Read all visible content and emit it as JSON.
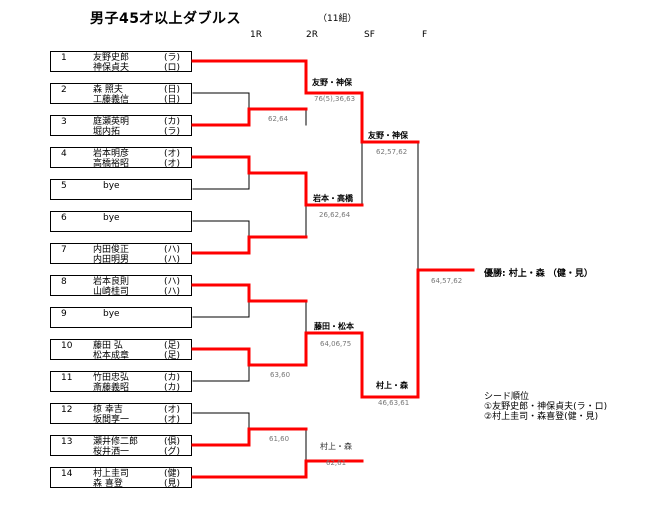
{
  "header": {
    "title": "男子45才以上ダブルス",
    "group_count": "（11組）",
    "rounds": [
      "1R",
      "2R",
      "SF",
      "F"
    ]
  },
  "entries": [
    {
      "seed": "1",
      "players": [
        "友野史郎",
        "神保貞夫"
      ],
      "clubs": [
        "(ラ)",
        "(ロ)"
      ]
    },
    {
      "seed": "2",
      "players": [
        "森 照夫",
        "工藤義信"
      ],
      "clubs": [
        "(日)",
        "(日)"
      ]
    },
    {
      "seed": "3",
      "players": [
        "庭瀬英明",
        "堀内拓"
      ],
      "clubs": [
        "(カ)",
        "(ラ)"
      ]
    },
    {
      "seed": "4",
      "players": [
        "岩本明彦",
        "高橋裕昭"
      ],
      "clubs": [
        "(オ)",
        "(オ)"
      ]
    },
    {
      "seed": "5",
      "bye": "bye"
    },
    {
      "seed": "6",
      "bye": "bye"
    },
    {
      "seed": "7",
      "players": [
        "内田俊正",
        "内田明男"
      ],
      "clubs": [
        "(ハ)",
        "(ハ)"
      ]
    },
    {
      "seed": "8",
      "players": [
        "岩本良則",
        "山崎桂司"
      ],
      "clubs": [
        "(ハ)",
        "(ハ)"
      ]
    },
    {
      "seed": "9",
      "bye": "bye"
    },
    {
      "seed": "10",
      "players": [
        "藤田 弘",
        "松本成章"
      ],
      "clubs": [
        "(足)",
        "(足)"
      ]
    },
    {
      "seed": "11",
      "players": [
        "竹田忠弘",
        "斎藤義昭"
      ],
      "clubs": [
        "(カ)",
        "(カ)"
      ]
    },
    {
      "seed": "12",
      "players": [
        "椋 幸吉",
        "坂間享一"
      ],
      "clubs": [
        "(オ)",
        "(オ)"
      ]
    },
    {
      "seed": "13",
      "players": [
        "瀬井修二郎",
        "桜井洒一"
      ],
      "clubs": [
        "(倶)",
        "(グ)"
      ]
    },
    {
      "seed": "14",
      "players": [
        "村上圭司",
        "森 喜登"
      ],
      "clubs": [
        "(健)",
        "(見)"
      ]
    }
  ],
  "results": {
    "r1": [
      {
        "match": "2 vs 3",
        "score": "62,64"
      },
      {
        "match": "10 vs 11",
        "score": "63,60"
      },
      {
        "match": "12 vs 13",
        "score": "61,60"
      }
    ],
    "r2": [
      {
        "winner": "友野・神保",
        "score": "76(5),36,63"
      },
      {
        "winner": "岩本・高橋",
        "score": "26,62,64"
      },
      {
        "winner": "藤田・松本",
        "score": "64,06,75"
      },
      {
        "winner": "村上・森",
        "score": "62,61"
      }
    ],
    "sf": [
      {
        "winner": "友野・神保",
        "score": "62,57,62"
      },
      {
        "winner": "村上・森",
        "score": "46,63,61"
      }
    ],
    "final": {
      "score": "64,57,62"
    }
  },
  "champion": "優勝: 村上・森 （健・見）",
  "seeding": {
    "title": "シード順位",
    "items": [
      "①友野史郎・神保貞夫(ラ・ロ)",
      "②村上圭司・森喜登(健・見)"
    ]
  },
  "colors": {
    "winner_line": "#ff0000",
    "line": "#000000",
    "score_text": "#777777"
  }
}
